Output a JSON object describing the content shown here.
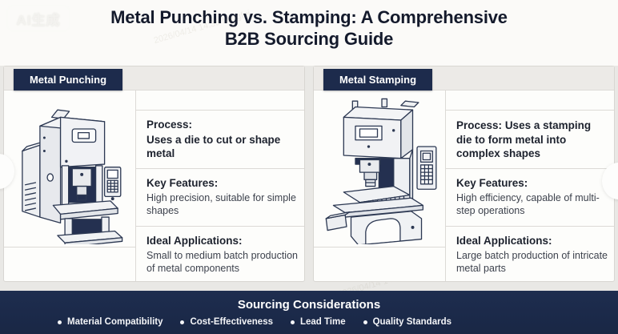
{
  "badge": {
    "label": "AI生成"
  },
  "title": {
    "line1": "Metal Punching vs. Stamping: A Comprehensive",
    "line2": "B2B Sourcing Guide"
  },
  "panels": [
    {
      "tab": "Metal Punching",
      "illustration": "punching-press-machine",
      "sections": [
        {
          "label": "Process:",
          "body": "Uses a die to cut or shape metal"
        },
        {
          "label": "Key Features:",
          "body": "High precision, suitable for simple shapes"
        },
        {
          "label": "Ideal Applications:",
          "body": "Small to medium batch production of metal components"
        }
      ]
    },
    {
      "tab": "Metal Stamping",
      "illustration": "stamping-press-machine",
      "sections": [
        {
          "label": "Process:",
          "body": "Uses a stamping die to form metal into complex shapes"
        },
        {
          "label": "Key Features:",
          "body": "High efficiency, capable of multi-step operations"
        },
        {
          "label": "Ideal Applications:",
          "body": "Large batch production of intricate metal parts"
        }
      ]
    }
  ],
  "footer": {
    "title": "Sourcing Considerations",
    "items": [
      "Material Compatibility",
      "Cost-Effectiveness",
      "Lead Time",
      "Quality Standards"
    ]
  },
  "watermark_text": "2026/04/14 14:35 hongfei",
  "colors": {
    "navy": "#1d2b4c",
    "page_bg": "#e9e8e5",
    "top_band_bg": "#fbfaf8",
    "panel_bg": "#fdfdfb",
    "strip_bg": "#eceae7",
    "title_text": "#141a2c",
    "body_text": "#3d424d",
    "footer_text": "#ffffff"
  }
}
